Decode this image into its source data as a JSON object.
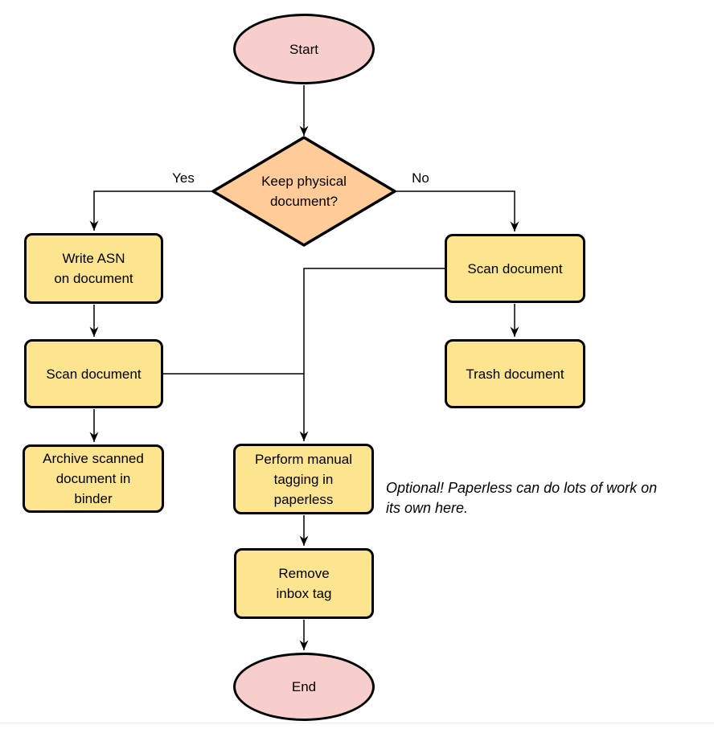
{
  "diagram": {
    "type": "flowchart",
    "colors": {
      "terminal_fill": "#f8cecc",
      "decision_fill": "#ffcc99",
      "process_fill": "#fde590",
      "stroke": "#000000",
      "connector": "#000000",
      "background": "#ffffff"
    },
    "nodes": [
      {
        "id": "start",
        "type": "terminal",
        "lines": [
          "Start"
        ]
      },
      {
        "id": "decision",
        "type": "decision",
        "lines": [
          "Keep physical",
          "document?"
        ]
      },
      {
        "id": "write_asn",
        "type": "process",
        "lines": [
          "Write ASN",
          "on document"
        ]
      },
      {
        "id": "scan_left",
        "type": "process",
        "lines": [
          "Scan document"
        ]
      },
      {
        "id": "archive",
        "type": "process",
        "lines": [
          "Archive scanned",
          "document in",
          "binder"
        ]
      },
      {
        "id": "scan_right",
        "type": "process",
        "lines": [
          "Scan document"
        ]
      },
      {
        "id": "trash",
        "type": "process",
        "lines": [
          "Trash document"
        ]
      },
      {
        "id": "tagging",
        "type": "process",
        "lines": [
          "Perform manual",
          "tagging in",
          "paperless"
        ]
      },
      {
        "id": "remove_inbox",
        "type": "process",
        "lines": [
          "Remove",
          "inbox tag"
        ]
      },
      {
        "id": "end",
        "type": "terminal",
        "lines": [
          "End"
        ]
      }
    ],
    "edge_labels": {
      "yes": "Yes",
      "no": "No"
    },
    "note": {
      "lines": [
        "Optional! Paperless can do lots of work on",
        "its own here."
      ]
    }
  }
}
